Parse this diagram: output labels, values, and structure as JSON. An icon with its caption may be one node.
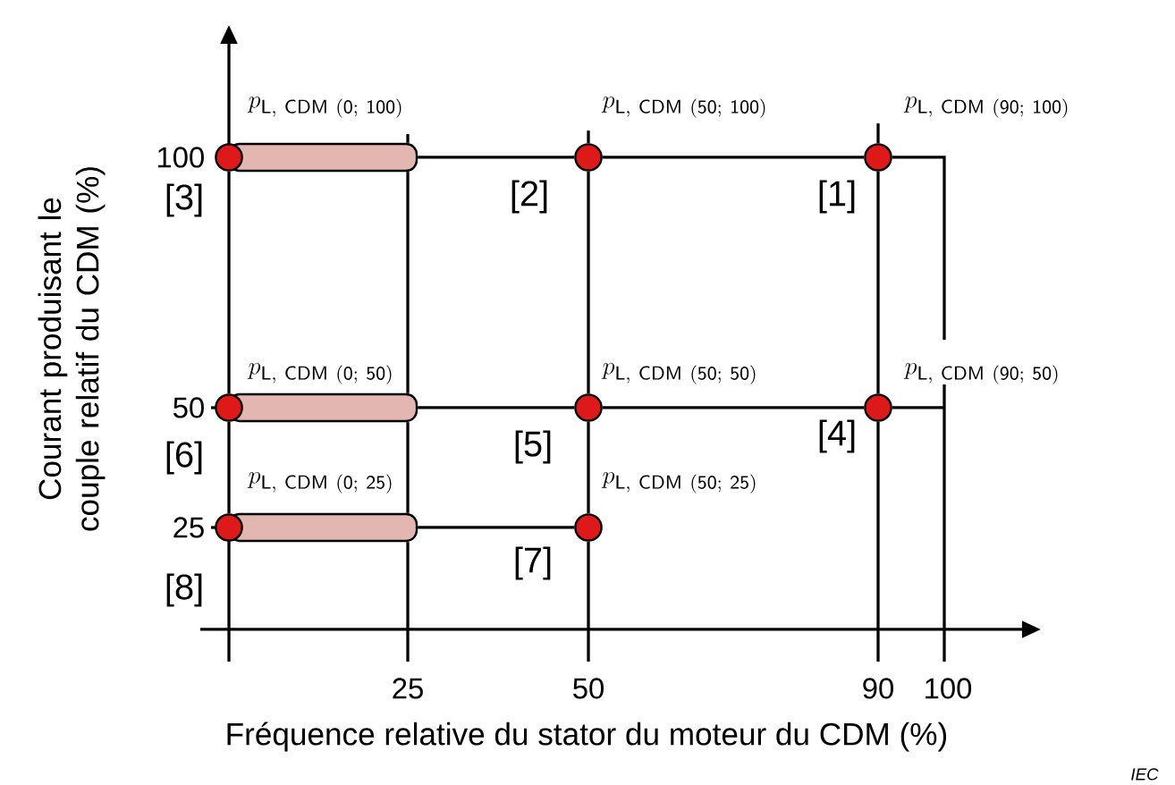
{
  "diagram": {
    "nodes": [
      {
        "text": [],
        "shape": "circle",
        "beside": [
          "p_{\\mathsf{L,\\ CDM\\ (0;\\ 100)}}"
        ]
      },
      {
        "text": [],
        "shape": "circle",
        "beside": [
          "p_{\\mathsf{L,\\ CDM\\ (50;\\ 100)}}"
        ]
      },
      {
        "text": [],
        "shape": "circle",
        "beside": [
          "p_{\\mathsf{L,\\ CDM\\ (90;\\ 100)}}"
        ]
      },
      {
        "text": [],
        "shape": "circle",
        "beside": [
          "p_{\\mathsf{L,\\ CDM\\ (0;\\ 50)}}"
        ]
      },
      {
        "text": [],
        "shape": "circle",
        "beside": [
          "p_{\\mathsf{L,\\ CDM\\ (50;\\ 50)}}"
        ]
      },
      {
        "text": [],
        "shape": "circle",
        "beside": [
          "p_{\\mathsf{L,\\ CDM\\ (90;\\ 50)}}"
        ]
      },
      {
        "text": [],
        "shape": "circle",
        "beside": [
          "p_{\\mathsf{L,\\ CDM\\ (0;\\ 25)}}"
        ]
      },
      {
        "text": [],
        "shape": "circle",
        "beside": [
          "p_{\\mathsf{L,\\ CDM\\ (50;\\ 25)}}"
        ]
      },
      {
        "text": [],
        "shape": "bar"
      },
      {
        "text": [],
        "shape": "bar"
      },
      {
        "text": [],
        "shape": "bar"
      }
    ],
    "edges": [
      {
        "from": 8,
        "to": 1,
        "arrow": "none"
      },
      {
        "from": 1,
        "to": 2,
        "arrow": "none"
      },
      {
        "from": 9,
        "to": 4,
        "arrow": "none"
      },
      {
        "from": 4,
        "to": 5,
        "arrow": "none"
      },
      {
        "from": 10,
        "to": 7,
        "arrow": "none"
      },
      {
        "from": 0,
        "to": 3,
        "arrow": "none"
      },
      {
        "from": 3,
        "to": 6,
        "arrow": "none"
      },
      {
        "from": 1,
        "to": 4,
        "arrow": "none"
      },
      {
        "from": 4,
        "to": 7,
        "arrow": "none"
      },
      {
        "from": 2,
        "to": 5,
        "arrow": "none"
      },
      {
        "from": 8,
        "to": 9,
        "arrow": "none"
      },
      {
        "from": 9,
        "to": 10,
        "arrow": "none"
      },
      {
        "from": 1,
        "to": null,
        "arrow": "none"
      },
      {
        "from": 2,
        "to": null,
        "arrow": "none"
      },
      {
        "from": 2,
        "to": null,
        "arrow": "none"
      },
      {
        "from": 5,
        "to": null,
        "arrow": "none"
      },
      {
        "from": 5,
        "to": null,
        "arrow": "none"
      },
      {
        "from": 7,
        "to": null,
        "arrow": "none"
      },
      {
        "from": 8,
        "to": null,
        "arrow": "none"
      },
      {
        "from": 10,
        "to": null,
        "arrow": "none"
      }
    ],
    "labels": [
      "100",
      "[3]",
      "[2]",
      "[1]",
      "50",
      "[6]",
      "[5]",
      "[4]",
      "25",
      "[8]",
      "[7]",
      "25",
      "50",
      "90",
      "100",
      "Fréquence relative du stator du moteur du CDM  (%)",
      "Courant produisant le couple relatif du CDM   (%)",
      "IEC"
    ]
  }
}
